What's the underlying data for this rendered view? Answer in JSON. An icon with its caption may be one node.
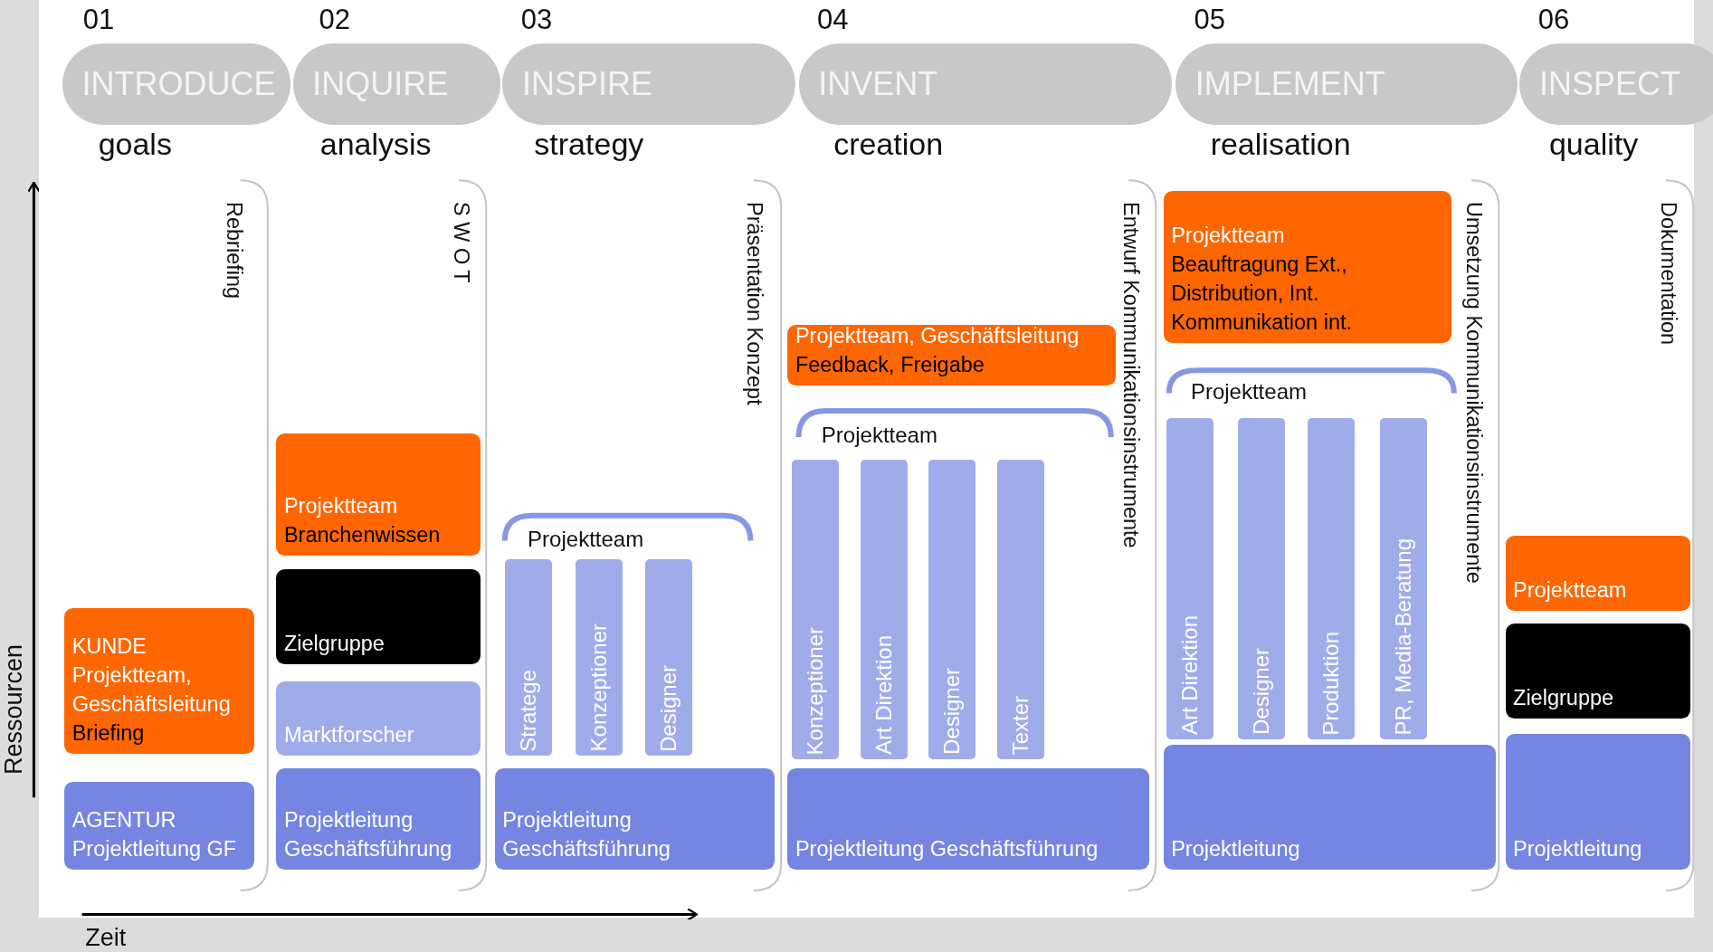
{
  "diagram": {
    "nodes": [
      {
        "text": [
          "INTRODUCE"
        ],
        "beside": [
          "01",
          "goals"
        ]
      },
      {
        "text": [
          "INQUIRE"
        ],
        "beside": [
          "02",
          "analysis"
        ]
      },
      {
        "text": [
          "INSPIRE"
        ],
        "beside": [
          "03",
          "strategy"
        ]
      },
      {
        "text": [
          "INVENT"
        ],
        "beside": [
          "04",
          "creation"
        ]
      },
      {
        "text": [
          "IMPLEMENT"
        ],
        "beside": [
          "05",
          "realisation"
        ]
      },
      {
        "text": [
          "INSPECT"
        ],
        "beside": [
          "06",
          "quality"
        ]
      },
      {
        "text": [
          "KUNDE Projektteam, Geschäftsleitung",
          "Briefing"
        ]
      },
      {
        "text": [
          "AGENTUR Projektleitung GF"
        ]
      },
      {
        "text": [
          "Projektteam",
          "Branchenwissen"
        ]
      },
      {
        "text": [
          "Zielgruppe"
        ]
      },
      {
        "text": [
          "Marktforscher"
        ]
      },
      {
        "text": [
          "Projektleitung Geschäftsführung"
        ]
      },
      {
        "text": [
          "Stratege"
        ]
      },
      {
        "text": [
          "Konzeptioner"
        ]
      },
      {
        "text": [
          "Designer"
        ]
      },
      {
        "text": [
          "Projektleitung Geschäftsführung"
        ]
      },
      {
        "text": [
          "Projektteam, Geschäftsleitung",
          "Feedback, Freigabe"
        ]
      },
      {
        "text": [
          "Konzeptioner"
        ]
      },
      {
        "text": [
          "Art Direktion"
        ]
      },
      {
        "text": [
          "Designer"
        ]
      },
      {
        "text": [
          "Texter"
        ]
      },
      {
        "text": [
          "Projektleitung Geschäftsführung"
        ]
      },
      {
        "text": [
          "Projektteam",
          "Beauftragung Ext., Distribution, Int. Kommunikation int."
        ]
      },
      {
        "text": [
          "Art Direktion"
        ]
      },
      {
        "text": [
          "Designer"
        ]
      },
      {
        "text": [
          "Produktion"
        ]
      },
      {
        "text": [
          "PR, Media-Beratung"
        ]
      },
      {
        "text": [
          "Projektleitung"
        ]
      },
      {
        "text": [
          "Projektteam"
        ]
      },
      {
        "text": [
          "Zielgruppe"
        ]
      },
      {
        "text": [
          "Projektleitung"
        ]
      }
    ],
    "labels": [
      "Rebriefing",
      "S W O T",
      "Präsentation Konzept",
      "Entwurf Kommunikationsinstrumente",
      "Umsetzung Kommunikationsinstrumente",
      "Dokumentation",
      "Projektteam",
      "Projektteam",
      "Projektteam",
      "Ressourcen",
      "Zeit"
    ]
  }
}
